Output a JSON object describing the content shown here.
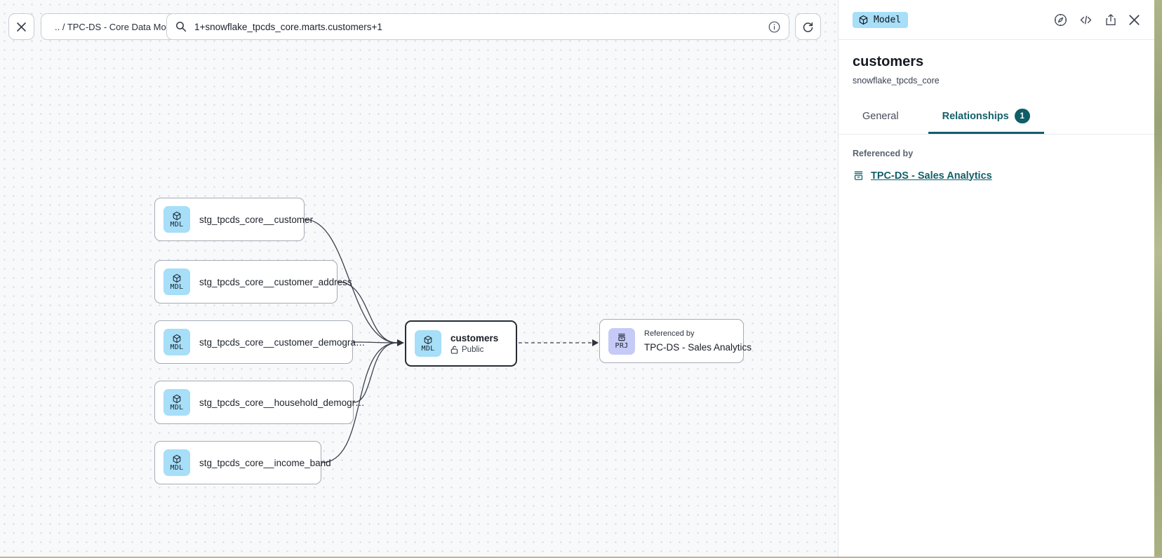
{
  "toolbar": {
    "breadcrumb": ".. / TPC-DS - Core Data Models",
    "search_value": "1+snowflake_tpcds_core.marts.customers+1"
  },
  "graph": {
    "badges": {
      "model": "MDL",
      "project": "PRJ"
    },
    "upstream_nodes": [
      {
        "label": "stg_tpcds_core__customer"
      },
      {
        "label": "stg_tpcds_core__customer_address"
      },
      {
        "label": "stg_tpcds_core__customer_demogra…"
      },
      {
        "label": "stg_tpcds_core__household_demogr…"
      },
      {
        "label": "stg_tpcds_core__income_band"
      }
    ],
    "selected_node": {
      "title": "customers",
      "visibility": "Public"
    },
    "downstream_node": {
      "kicker": "Referenced by",
      "title": "TPC-DS - Sales Analytics"
    }
  },
  "panel": {
    "type_badge": "Model",
    "title": "customers",
    "subtitle": "snowflake_tpcds_core",
    "tabs": {
      "general": "General",
      "relationships": "Relationships",
      "relationships_count": "1"
    },
    "referenced_by_label": "Referenced by",
    "referenced_by_link": "TPC-DS - Sales Analytics"
  },
  "colors": {
    "accent_teal": "#135f69",
    "tab_badge_bg": "#0f5e68",
    "model_chip_bg": "#a7def8",
    "project_chip_bg": "#c5cbf6",
    "canvas_bg": "#f8f9fb",
    "node_border": "#a6abb5",
    "selected_node_border": "#272c35",
    "edge_color": "#3a404b",
    "desktop_right_strip": "#a3ab7f",
    "desktop_bottom_strip": "#c9b18c"
  }
}
